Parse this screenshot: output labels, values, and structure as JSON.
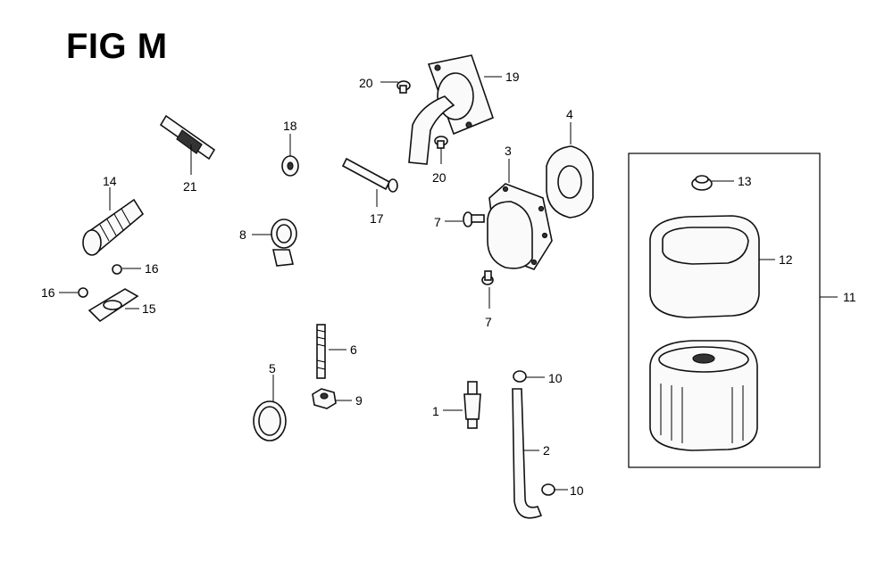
{
  "figure": {
    "title": "FIG M"
  },
  "callouts": {
    "c1": "1",
    "c2": "2",
    "c3": "3",
    "c4": "4",
    "c5": "5",
    "c6": "6",
    "c7a": "7",
    "c7b": "7",
    "c8": "8",
    "c9": "9",
    "c10a": "10",
    "c10b": "10",
    "c11": "11",
    "c12": "12",
    "c13": "13",
    "c14": "14",
    "c15": "15",
    "c16a": "16",
    "c16b": "16",
    "c17": "17",
    "c18": "18",
    "c19": "19",
    "c20a": "20",
    "c20b": "20",
    "c21": "21"
  },
  "colors": {
    "line": "#111111",
    "background": "#ffffff"
  }
}
